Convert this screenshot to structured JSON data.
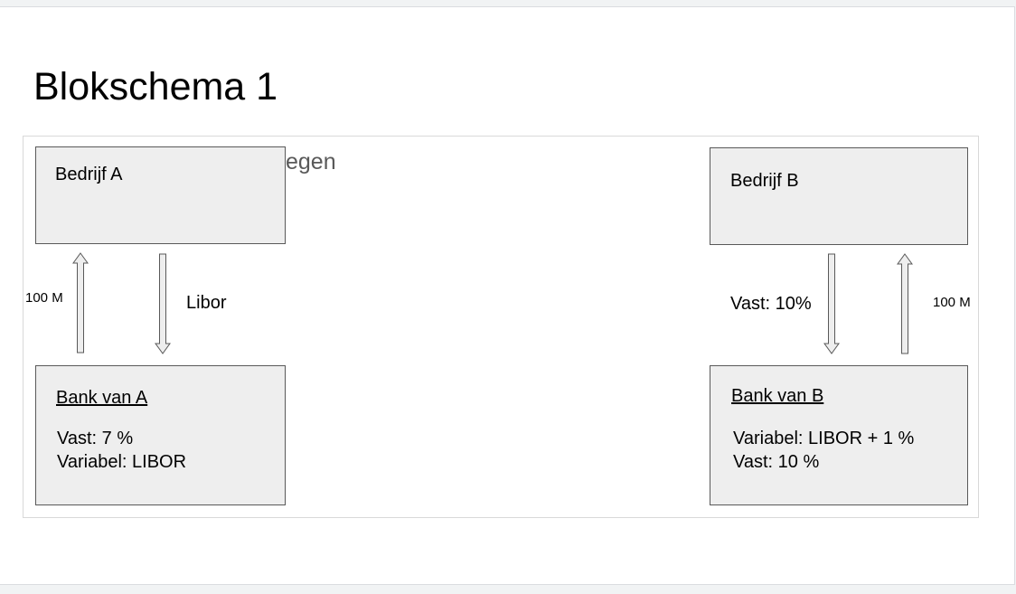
{
  "slide": {
    "title": "Blokschema 1",
    "background_text": "egen"
  },
  "diagram": {
    "bedrijf_a": {
      "label": "Bedrijf A"
    },
    "bedrijf_b": {
      "label": "Bedrijf B"
    },
    "bank_a": {
      "heading": "Bank van A",
      "line1": "Vast: 7 %",
      "line2": "Variabel: LIBOR"
    },
    "bank_b": {
      "heading": "Bank van B",
      "line1": "Variabel: LIBOR + 1 %",
      "line2": "Vast: 10 %"
    },
    "flow_left_up_label": "100 M",
    "flow_left_down_label": "Libor",
    "flow_right_down_label": "Vast: 10%",
    "flow_right_up_label": "100 M"
  },
  "colors": {
    "box_fill": "#eeeeee",
    "box_border": "#595959",
    "frame_border": "#d9d9d9"
  }
}
